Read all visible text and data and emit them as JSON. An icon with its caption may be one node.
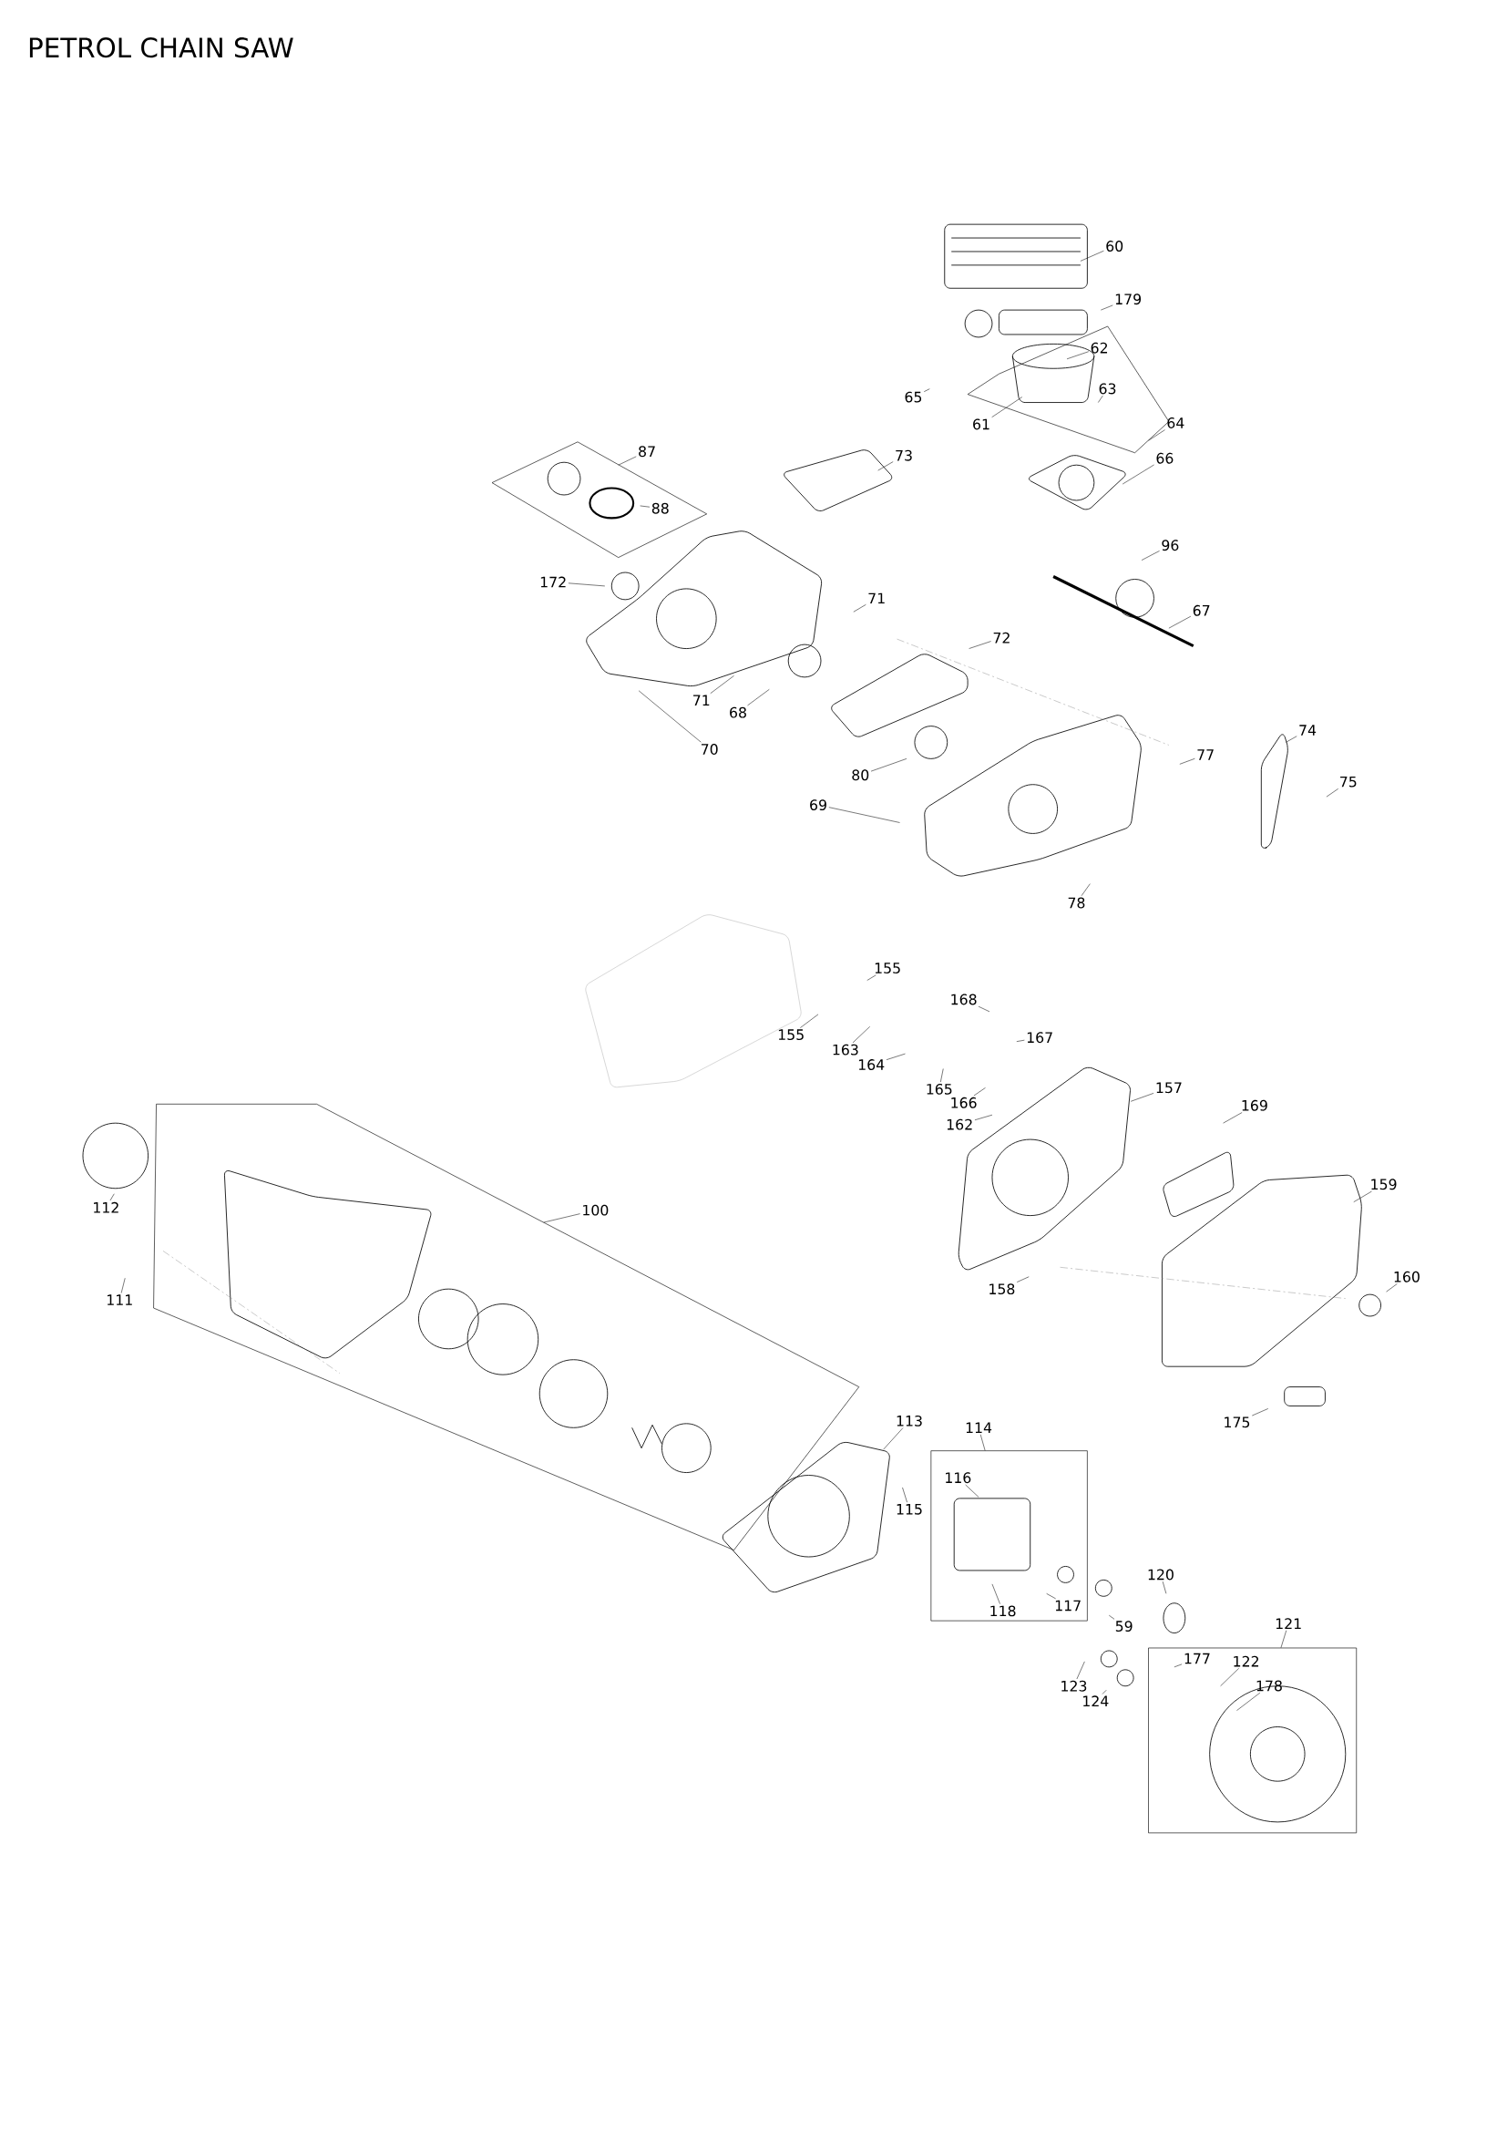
{
  "diagram": {
    "title": "PETROL CHAIN SAW",
    "nodes": [
      {
        "text": [
          "60"
        ]
      },
      {
        "text": [
          "179"
        ]
      },
      {
        "text": [],
        "shape": "box"
      },
      {
        "text": [
          "62"
        ],
        "in": 2
      },
      {
        "text": [
          "65"
        ]
      },
      {
        "text": [
          "63"
        ],
        "in": 2
      },
      {
        "text": [
          "61"
        ]
      },
      {
        "text": [
          "64"
        ]
      },
      {
        "text": [
          "66"
        ]
      },
      {
        "text": [],
        "shape": "box"
      },
      {
        "text": [
          "87"
        ]
      },
      {
        "text": [
          "73"
        ]
      },
      {
        "text": [
          "88"
        ],
        "in": 9
      },
      {
        "text": [
          "96"
        ]
      },
      {
        "text": [
          "172"
        ]
      },
      {
        "text": [
          "71"
        ]
      },
      {
        "text": [
          "67"
        ]
      },
      {
        "text": [
          "72"
        ]
      },
      {
        "text": [
          "71"
        ]
      },
      {
        "text": [
          "68"
        ]
      },
      {
        "text": [
          "70"
        ]
      },
      {
        "text": [
          "74"
        ]
      },
      {
        "text": [
          "77"
        ]
      },
      {
        "text": [
          "80"
        ]
      },
      {
        "text": [
          "75"
        ]
      },
      {
        "text": [
          "69"
        ]
      },
      {
        "text": [
          "78"
        ]
      },
      {
        "text": [
          "155"
        ]
      },
      {
        "text": [
          "168"
        ]
      },
      {
        "text": [
          "155"
        ]
      },
      {
        "text": [
          "167"
        ]
      },
      {
        "text": [
          "163"
        ]
      },
      {
        "text": [
          "164"
        ]
      },
      {
        "text": [
          "165"
        ]
      },
      {
        "text": [
          "166"
        ]
      },
      {
        "text": [
          "162"
        ]
      },
      {
        "text": [
          "157"
        ]
      },
      {
        "text": [
          "169"
        ]
      },
      {
        "text": [
          "112"
        ]
      },
      {
        "text": [],
        "shape": "box"
      },
      {
        "text": [
          "100"
        ]
      },
      {
        "text": [
          "159"
        ]
      },
      {
        "text": [
          "111"
        ]
      },
      {
        "text": [
          "158"
        ]
      },
      {
        "text": [
          "160"
        ]
      },
      {
        "text": [
          "175"
        ]
      },
      {
        "text": [
          "113"
        ]
      },
      {
        "text": [],
        "shape": "box"
      },
      {
        "text": [
          "114"
        ]
      },
      {
        "text": [
          "116"
        ],
        "in": 47
      },
      {
        "text": [
          "115"
        ]
      },
      {
        "text": [
          "120"
        ]
      },
      {
        "text": [
          "117"
        ],
        "in": 47
      },
      {
        "text": [
          "118"
        ],
        "in": 47
      },
      {
        "text": [
          "59"
        ]
      },
      {
        "text": [],
        "shape": "box"
      },
      {
        "text": [
          "121"
        ]
      },
      {
        "text": [
          "177"
        ],
        "in": 55
      },
      {
        "text": [
          "122"
        ],
        "in": 55
      },
      {
        "text": [
          "178"
        ],
        "in": 55
      },
      {
        "text": [
          "123"
        ]
      },
      {
        "text": [
          "124"
        ]
      }
    ],
    "edges": [
      {
        "from": 0,
        "to": null,
        "arrow": "none"
      },
      {
        "from": 1,
        "to": null,
        "arrow": "none"
      },
      {
        "from": 3,
        "to": null,
        "arrow": "none"
      },
      {
        "from": 4,
        "to": null,
        "arrow": "none"
      },
      {
        "from": 5,
        "to": null,
        "arrow": "none"
      },
      {
        "from": 6,
        "to": null,
        "arrow": "none"
      },
      {
        "from": 7,
        "to": 2,
        "arrow": "none"
      },
      {
        "from": 8,
        "to": null,
        "arrow": "none"
      },
      {
        "from": 10,
        "to": 9,
        "arrow": "none"
      },
      {
        "from": 11,
        "to": null,
        "arrow": "none"
      },
      {
        "from": 12,
        "to": null,
        "arrow": "none"
      },
      {
        "from": 13,
        "to": null,
        "arrow": "none"
      },
      {
        "from": 14,
        "to": null,
        "arrow": "none"
      },
      {
        "from": 15,
        "to": null,
        "arrow": "none"
      },
      {
        "from": 16,
        "to": null,
        "arrow": "none"
      },
      {
        "from": 17,
        "to": null,
        "arrow": "none"
      },
      {
        "from": 18,
        "to": null,
        "arrow": "none"
      },
      {
        "from": 19,
        "to": null,
        "arrow": "none"
      },
      {
        "from": 20,
        "to": null,
        "arrow": "none"
      },
      {
        "from": 21,
        "to": null,
        "arrow": "none"
      },
      {
        "from": 22,
        "to": null,
        "arrow": "none"
      },
      {
        "from": 23,
        "to": null,
        "arrow": "none"
      },
      {
        "from": 24,
        "to": null,
        "arrow": "none"
      },
      {
        "from": 25,
        "to": null,
        "arrow": "none"
      },
      {
        "from": 26,
        "to": null,
        "arrow": "none"
      },
      {
        "from": 27,
        "to": null,
        "arrow": "none"
      },
      {
        "from": 28,
        "to": null,
        "arrow": "none"
      },
      {
        "from": 29,
        "to": null,
        "arrow": "none"
      },
      {
        "from": 30,
        "to": null,
        "arrow": "none"
      },
      {
        "from": 31,
        "to": null,
        "arrow": "none"
      },
      {
        "from": 32,
        "to": null,
        "arrow": "none"
      },
      {
        "from": 33,
        "to": null,
        "arrow": "none"
      },
      {
        "from": 34,
        "to": null,
        "arrow": "none"
      },
      {
        "from": 35,
        "to": null,
        "arrow": "none"
      },
      {
        "from": 36,
        "to": null,
        "arrow": "none"
      },
      {
        "from": 37,
        "to": null,
        "arrow": "none"
      },
      {
        "from": 38,
        "to": null,
        "arrow": "none"
      },
      {
        "from": 40,
        "to": 39,
        "arrow": "none"
      },
      {
        "from": 41,
        "to": null,
        "arrow": "none"
      },
      {
        "from": 42,
        "to": null,
        "arrow": "none"
      },
      {
        "from": 43,
        "to": null,
        "arrow": "none"
      },
      {
        "from": 44,
        "to": null,
        "arrow": "none"
      },
      {
        "from": 45,
        "to": null,
        "arrow": "none"
      },
      {
        "from": 46,
        "to": null,
        "arrow": "none"
      },
      {
        "from": 48,
        "to": 47,
        "arrow": "none"
      },
      {
        "from": 49,
        "to": null,
        "arrow": "none"
      },
      {
        "from": 50,
        "to": null,
        "arrow": "none"
      },
      {
        "from": 51,
        "to": null,
        "arrow": "none"
      },
      {
        "from": 52,
        "to": null,
        "arrow": "none"
      },
      {
        "from": 53,
        "to": null,
        "arrow": "none"
      },
      {
        "from": 54,
        "to": null,
        "arrow": "none"
      },
      {
        "from": 56,
        "to": 55,
        "arrow": "none"
      },
      {
        "from": 57,
        "to": null,
        "arrow": "none"
      },
      {
        "from": 58,
        "to": null,
        "arrow": "none"
      },
      {
        "from": 59,
        "to": null,
        "arrow": "none"
      },
      {
        "from": 60,
        "to": null,
        "arrow": "none"
      },
      {
        "from": 61,
        "to": null,
        "arrow": "none"
      }
    ]
  }
}
